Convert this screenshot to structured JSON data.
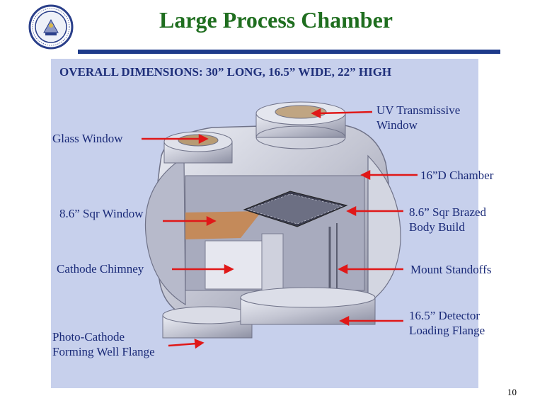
{
  "slide": {
    "title": "Large Process Chamber",
    "dimensions": "OVERALL DIMENSIONS: 30” LONG, 16.5” WIDE, 22” HIGH",
    "page_number": "10"
  },
  "labels": {
    "glass_window": "Glass Window",
    "uv_window_line1": "UV Transmissive",
    "uv_window_line2": "Window",
    "chamber_16d": "16”D Chamber",
    "sqr_window": "8.6” Sqr Window",
    "sqr_brazed_line1": "8.6” Sqr Brazed",
    "sqr_brazed_line2": "Body Build",
    "cathode_chimney": "Cathode Chimney",
    "mount_standoffs": "Mount Standoffs",
    "photocathode_line1": "Photo-Cathode",
    "photocathode_line2": "Forming Well Flange",
    "detector_line1": "16.5” Detector",
    "detector_line2": "Loading Flange"
  },
  "colors": {
    "title": "#1f6e1f",
    "title_rule": "#1d3a8a",
    "label_text": "#1a2a78",
    "panel_bg": "#c7d0ec",
    "arrow": "#e01818",
    "chamber_metal": "#c9c9d3",
    "cathode_window": "#c48a5a"
  },
  "icons": {
    "seal": "university-seal-icon"
  }
}
